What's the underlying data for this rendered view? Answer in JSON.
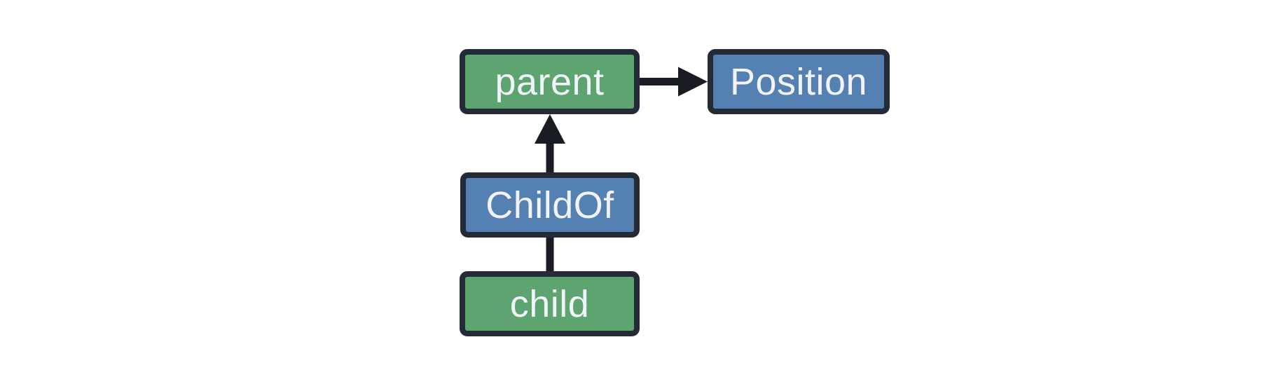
{
  "diagram": {
    "type": "entity-relationship-graph",
    "nodes": [
      {
        "id": "parent",
        "label": "parent",
        "kind": "entity",
        "fill": "#5EA471"
      },
      {
        "id": "Position",
        "label": "Position",
        "kind": "component",
        "fill": "#5480B2"
      },
      {
        "id": "ChildOf",
        "label": "ChildOf",
        "kind": "relationship",
        "fill": "#5480B2"
      },
      {
        "id": "child",
        "label": "child",
        "kind": "entity",
        "fill": "#5EA471"
      }
    ],
    "edges": [
      {
        "from": "parent",
        "to": "Position",
        "style": "arrow",
        "direction": "right"
      },
      {
        "from": "ChildOf",
        "to": "parent",
        "style": "arrow",
        "direction": "up"
      },
      {
        "from": "child",
        "to": "ChildOf",
        "style": "line",
        "direction": "up"
      }
    ],
    "colors": {
      "entity_green": "#5EA471",
      "component_blue": "#5480B2",
      "node_border": "#252B36",
      "arrow": "#191C22",
      "label": "#F1F3F9",
      "background": "#FFFFFF"
    }
  }
}
